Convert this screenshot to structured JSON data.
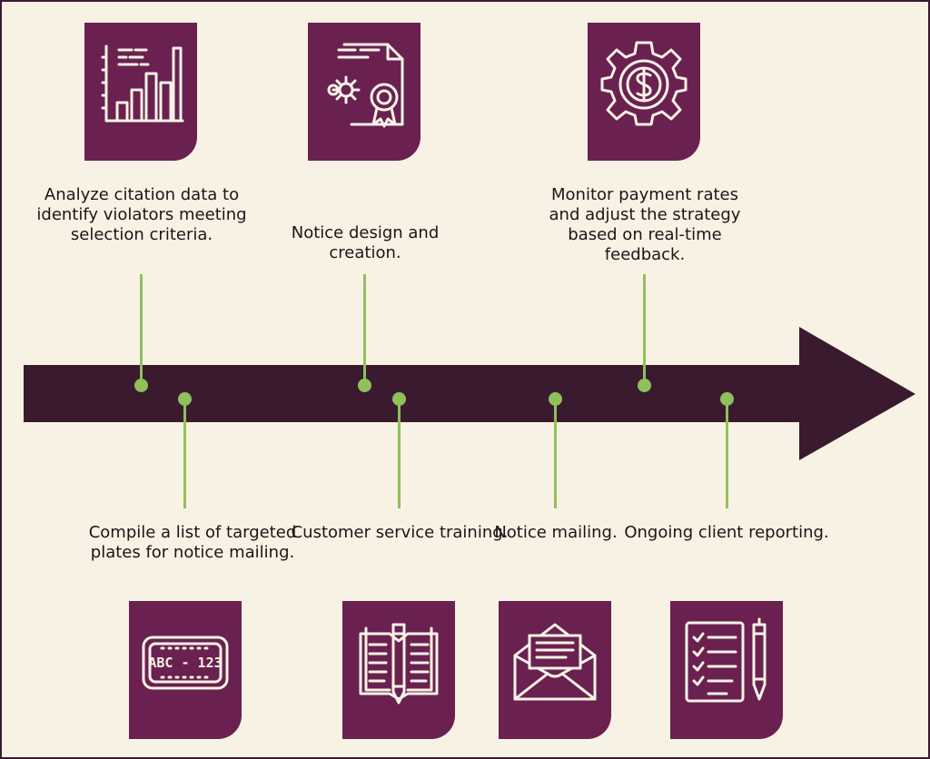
{
  "colors": {
    "background": "#f8f2e5",
    "arrow": "#3a1a2e",
    "tile": "#6a2150",
    "connector": "#8fc15b",
    "icon_stroke": "#f8f2e5"
  },
  "steps": [
    {
      "position": "top",
      "text": "Analyze citation data to identify violators meeting selection criteria.",
      "icon": "bar-chart-icon"
    },
    {
      "position": "bottom",
      "text": "Compile a list of targeted plates for notice mailing.",
      "icon": "license-plate-icon"
    },
    {
      "position": "top",
      "text": "Notice design and creation.",
      "icon": "certificate-document-icon"
    },
    {
      "position": "bottom",
      "text": "Customer service training.",
      "icon": "open-book-pencil-icon"
    },
    {
      "position": "bottom",
      "text": "Notice mailing.",
      "icon": "envelope-letter-icon"
    },
    {
      "position": "top",
      "text": "Monitor payment rates and adjust the strategy based on real-time feedback.",
      "icon": "dollar-gear-icon"
    },
    {
      "position": "bottom",
      "text": "Ongoing client reporting.",
      "icon": "checklist-pen-icon"
    }
  ],
  "plate_text": "ABC - 123"
}
